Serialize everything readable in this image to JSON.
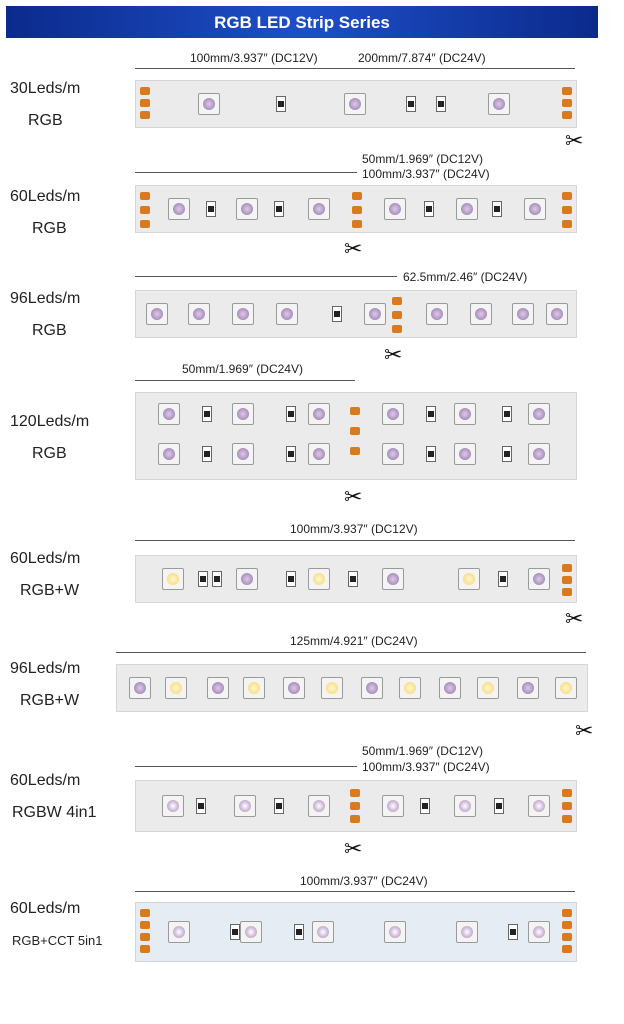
{
  "header": {
    "title": "RGB LED Strip Series"
  },
  "rows": [
    {
      "name1": "30Leds/m",
      "name2": "RGB",
      "dim1": "100mm/3.937″ (DC12V)",
      "dim2": "200mm/7.874″ (DC24V)"
    },
    {
      "name1": "60Leds/m",
      "name2": "RGB",
      "dim1": "50mm/1.969″ (DC12V)",
      "dim2": "100mm/3.937″ (DC24V)"
    },
    {
      "name1": "96Leds/m",
      "name2": "RGB",
      "dim1": "62.5mm/2.46″ (DC24V)"
    },
    {
      "name1": "120Leds/m",
      "name2": "RGB",
      "dim1": "50mm/1.969″ (DC24V)"
    },
    {
      "name1": "60Leds/m",
      "name2": "RGB+W",
      "dim1": "100mm/3.937″ (DC12V)"
    },
    {
      "name1": "96Leds/m",
      "name2": "RGB+W",
      "dim1": "125mm/4.921″ (DC24V)"
    },
    {
      "name1": "60Leds/m",
      "name2": "RGBW 4in1",
      "dim1": "50mm/1.969″ (DC12V)",
      "dim2": "100mm/3.937″ (DC24V)"
    },
    {
      "name1": "60Leds/m",
      "name2": "RGB+CCT 5in1",
      "dim1": "100mm/3.937″ (DC24V)"
    }
  ],
  "icons": {
    "cut": "scissors-icon"
  },
  "colors": {
    "banner": "#1e4fc8",
    "pad": "#d97a1e",
    "strip": "#ebebeb"
  }
}
